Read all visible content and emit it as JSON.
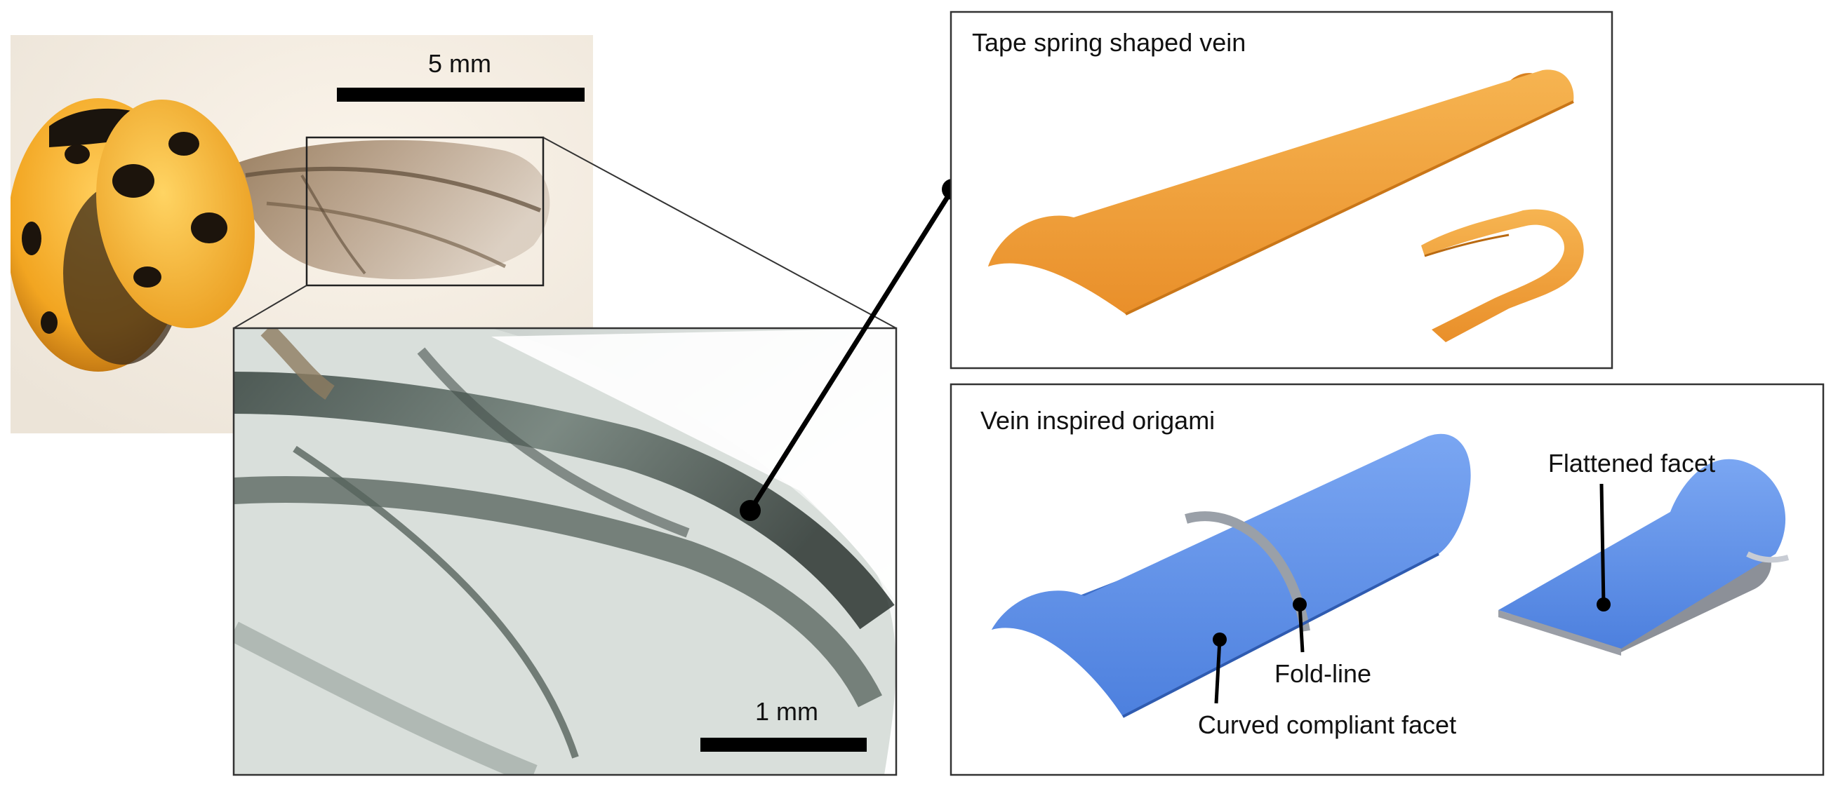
{
  "figure": {
    "scale_bar_top": "5 mm",
    "scale_bar_zoom": "1 mm",
    "panel_tape_spring": {
      "title": "Tape spring shaped vein",
      "color": "#F0A03A"
    },
    "panel_origami": {
      "title": "Vein inspired origami",
      "labels": {
        "flattened_facet": "Flattened facet",
        "fold_line": "Fold-line",
        "curved_facet": "Curved compliant facet"
      },
      "color": "#5B8FE8"
    }
  }
}
